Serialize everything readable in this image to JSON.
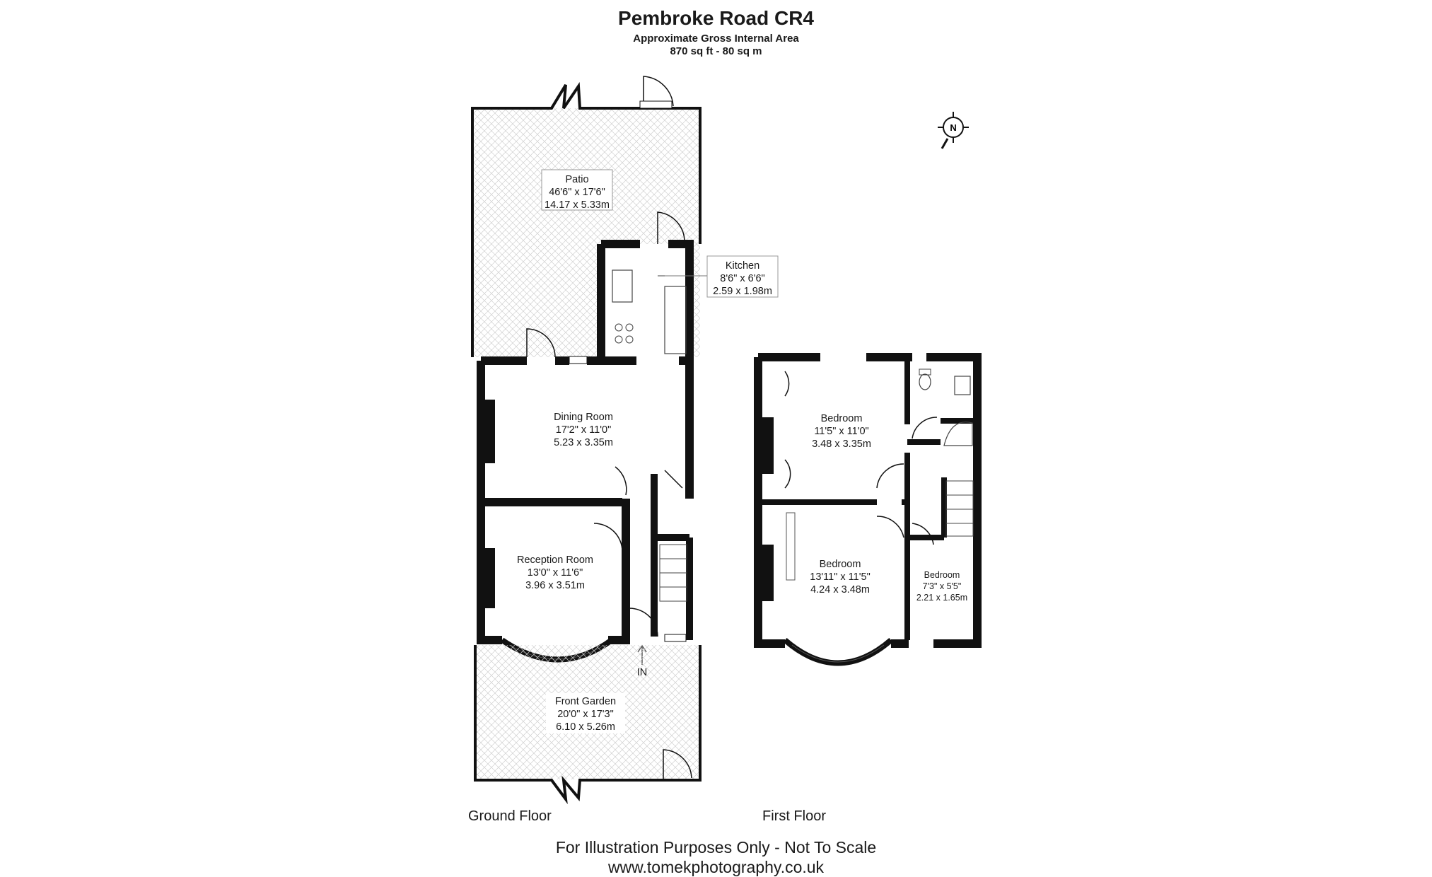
{
  "header": {
    "title": "Pembroke Road CR4",
    "subtitle": "Approximate Gross Internal Area",
    "area": "870 sq ft - 80 sq m"
  },
  "floors": {
    "ground": "Ground Floor",
    "first": "First Floor"
  },
  "rooms": {
    "patio": {
      "name": "Patio",
      "imperial": "46'6\" x 17'6\"",
      "metric": "14.17 x 5.33m"
    },
    "kitchen": {
      "name": "Kitchen",
      "imperial": "8'6\" x 6'6\"",
      "metric": "2.59 x 1.98m"
    },
    "dining": {
      "name": "Dining Room",
      "imperial": "17'2\" x 11'0\"",
      "metric": "5.23 x 3.35m"
    },
    "reception": {
      "name": "Reception Room",
      "imperial": "13'0\" x 11'6\"",
      "metric": "3.96 x 3.51m"
    },
    "front_garden": {
      "name": "Front Garden",
      "imperial": "20'0\" x 17'3\"",
      "metric": "6.10 x 5.26m"
    },
    "bedroom1": {
      "name": "Bedroom",
      "imperial": "11'5\" x 11'0\"",
      "metric": "3.48 x 3.35m"
    },
    "bedroom2": {
      "name": "Bedroom",
      "imperial": "13'11\" x 11'5\"",
      "metric": "4.24 x 3.48m"
    },
    "bedroom3": {
      "name": "Bedroom",
      "imperial": "7'3\" x 5'5\"",
      "metric": "2.21 x 1.65m"
    }
  },
  "entrance_label": "IN",
  "compass_label": "N",
  "footer": {
    "disclaimer": "For Illustration Purposes Only - Not To Scale",
    "website": "www.tomekphotography.co.uk"
  },
  "colors": {
    "wall": "#111111",
    "hatch": "#c9c9c9",
    "text": "#1a1a1a"
  }
}
